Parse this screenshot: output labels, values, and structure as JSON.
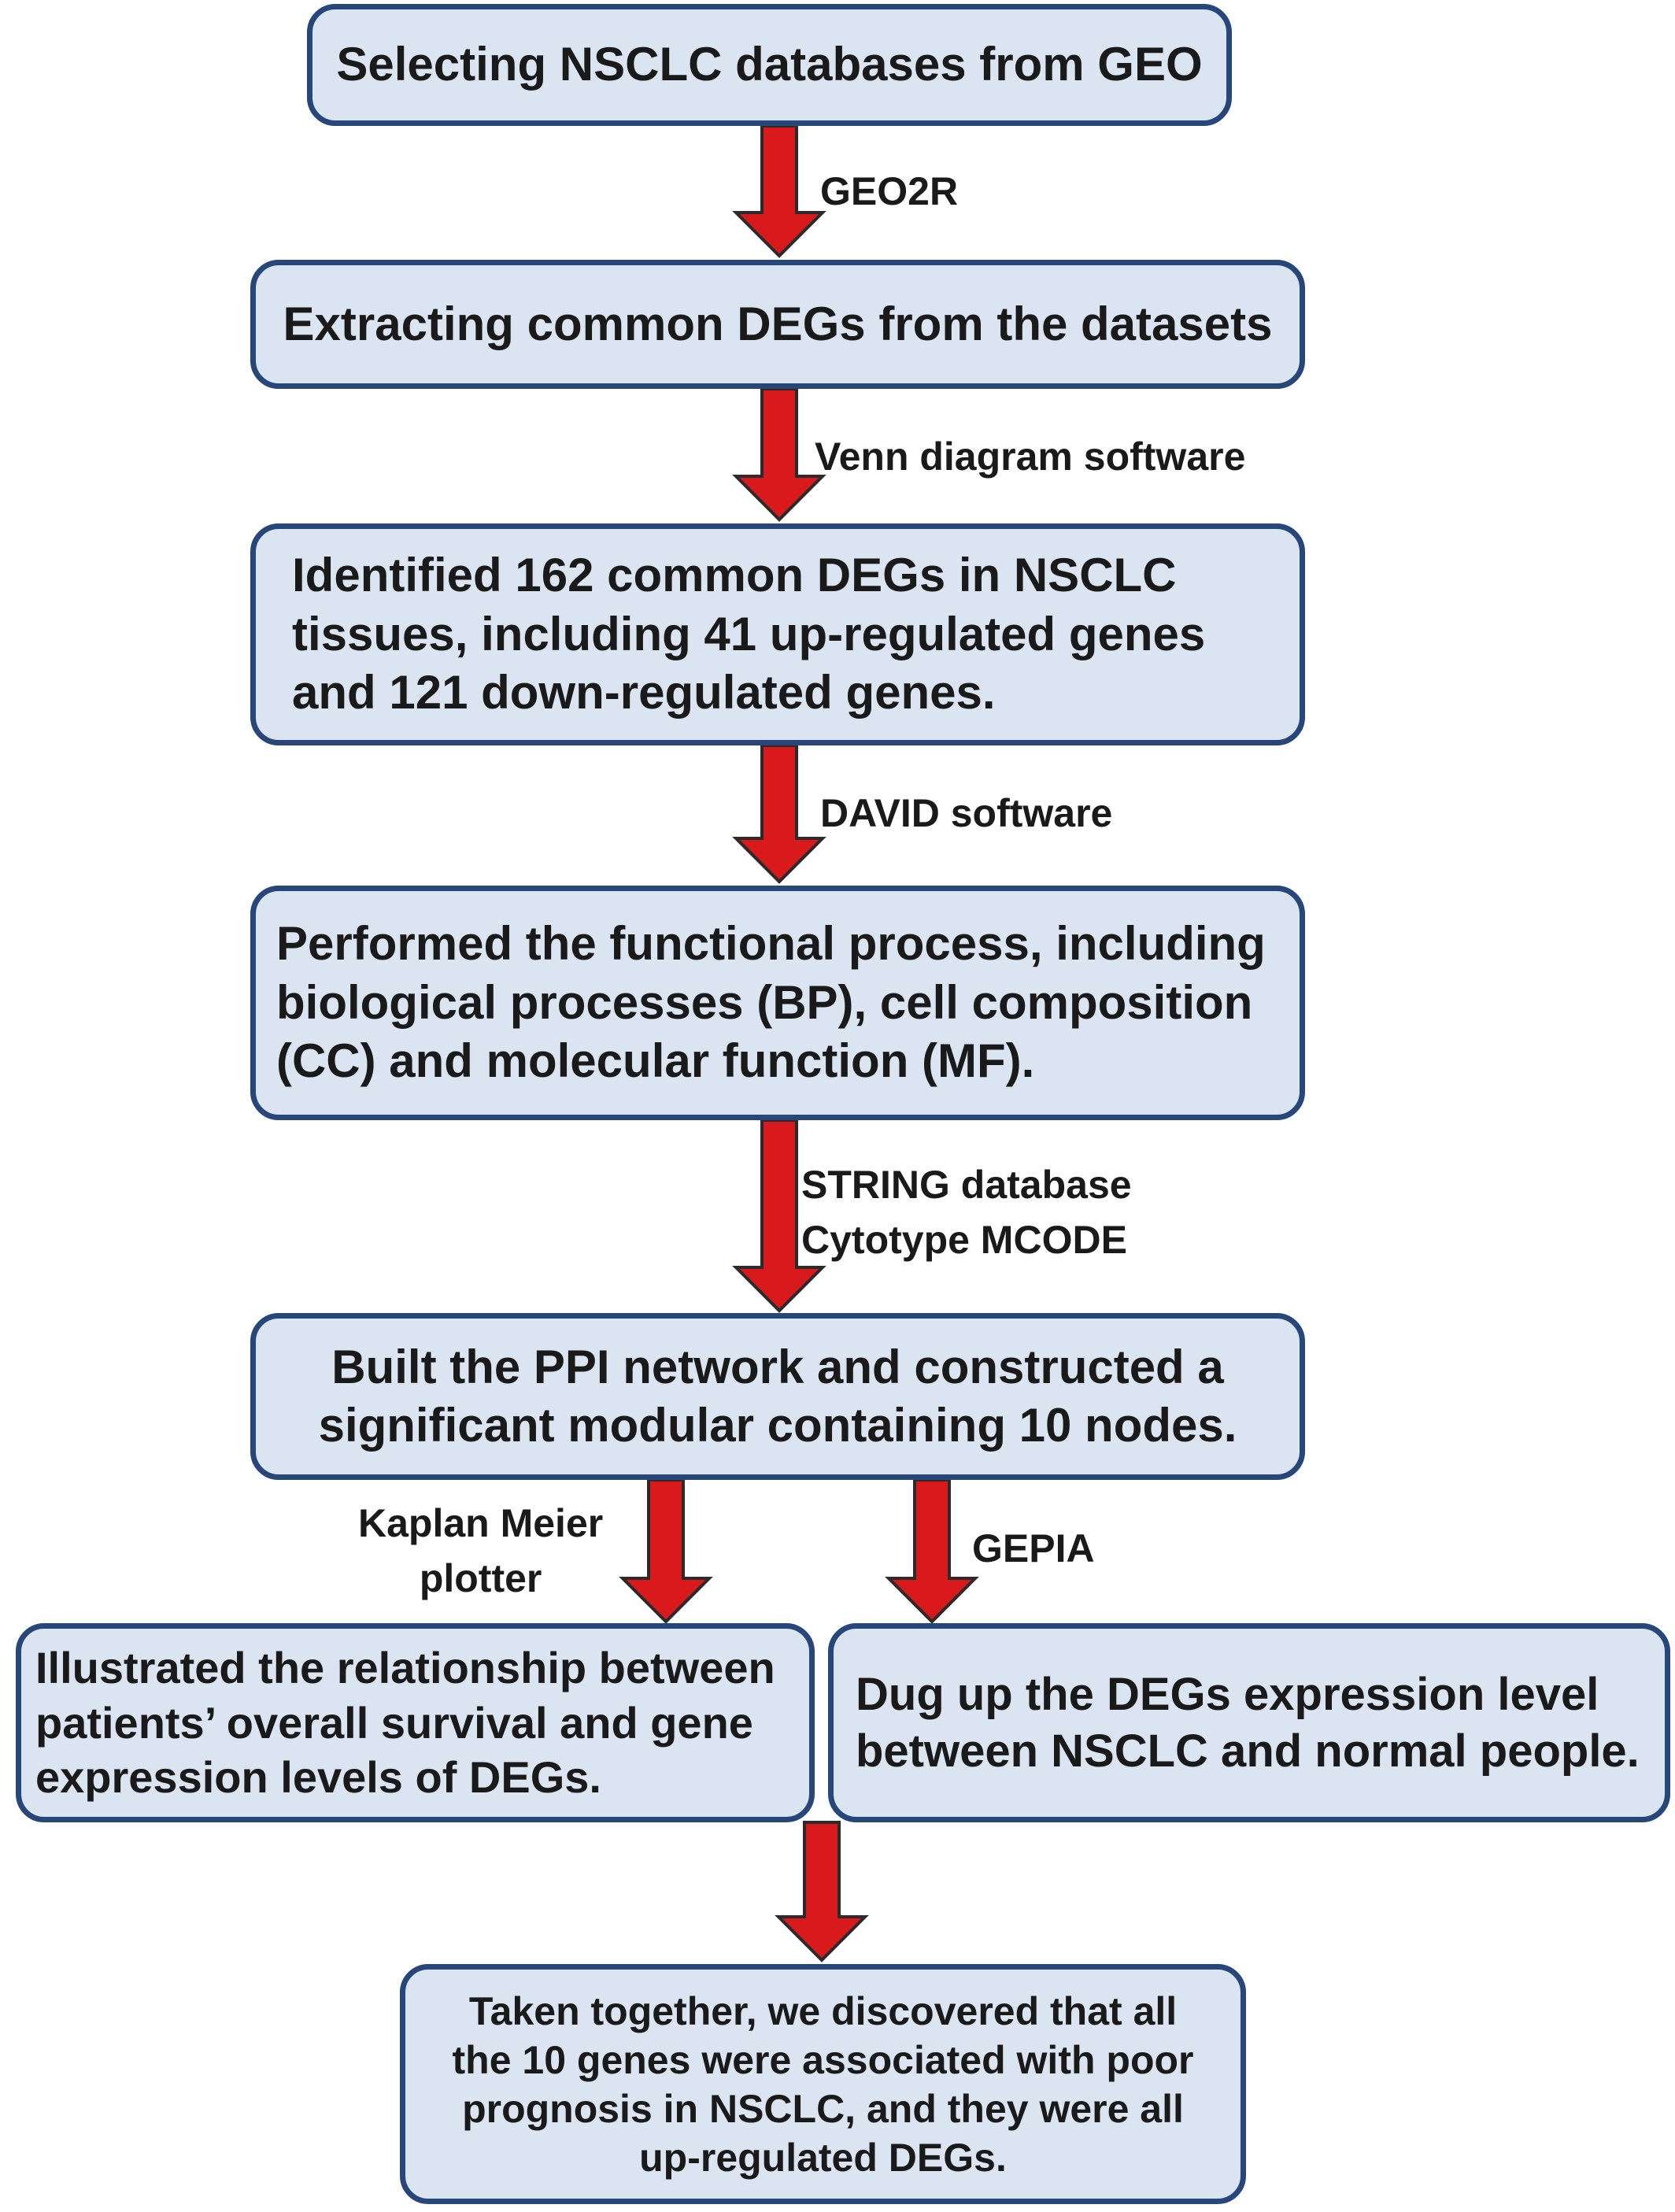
{
  "boxes": {
    "select_geo": {
      "lines": [
        "Selecting NSCLC databases from GEO"
      ]
    },
    "extract_degs": {
      "lines": [
        "Extracting common DEGs from the datasets"
      ]
    },
    "identified_degs": {
      "lines": [
        "Identified 162 common DEGs in NSCLC",
        "tissues, including 41 up-regulated genes",
        "and 121 down-regulated genes."
      ]
    },
    "functional_process": {
      "lines": [
        "Performed the functional process, including",
        "biological processes (BP), cell composition",
        "(CC) and molecular function (MF)."
      ]
    },
    "ppi_network": {
      "lines": [
        "Built the PPI network and constructed a",
        "significant modular containing 10 nodes."
      ]
    },
    "survival": {
      "lines": [
        "Illustrated the relationship between",
        "patients’ overall survival and gene",
        "expression levels of DEGs."
      ]
    },
    "expression_level": {
      "lines": [
        "Dug up the DEGs expression level",
        "between NSCLC and normal people."
      ]
    },
    "conclusion": {
      "lines": [
        "Taken together, we discovered that all",
        "the 10 genes were associated with poor",
        "prognosis in NSCLC, and they were all",
        "up-regulated DEGs."
      ]
    }
  },
  "arrow_labels": {
    "geo2r": {
      "lines": [
        "GEO2R"
      ]
    },
    "venn": {
      "lines": [
        "Venn diagram software"
      ]
    },
    "david": {
      "lines": [
        "DAVID software"
      ]
    },
    "string": {
      "lines": [
        "STRING database",
        "Cytotype MCODE"
      ]
    },
    "kaplan": {
      "lines": [
        "Kaplan Meier",
        "plotter"
      ]
    },
    "gepia": {
      "lines": [
        "GEPIA"
      ]
    }
  },
  "colors": {
    "box_fill": "#dbe4f1",
    "box_border": "#27467a",
    "arrow_fill": "#d9191c",
    "arrow_outline": "#2b2b2b"
  }
}
